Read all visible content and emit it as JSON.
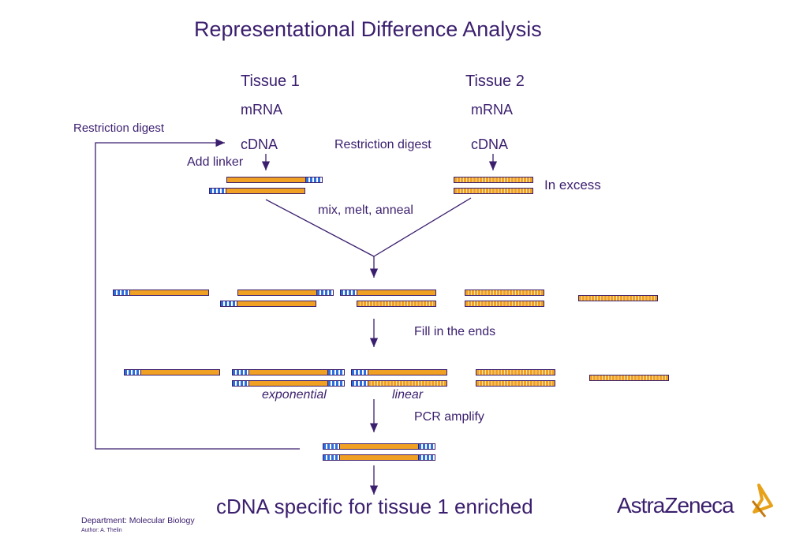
{
  "title": "Representational Difference Analysis",
  "tissue1": {
    "label": "Tissue 1",
    "mrna": "mRNA",
    "cdna": "cDNA"
  },
  "tissue2": {
    "label": "Tissue 2",
    "mrna": "mRNA",
    "cdna": "cDNA"
  },
  "labels": {
    "restriction_digest_left": "Restriction digest",
    "restriction_digest_mid": "Restriction digest",
    "add_linker": "Add linker",
    "in_excess": "In excess",
    "mix_melt_anneal": "mix, melt, anneal",
    "fill_in_ends": "Fill in the ends",
    "exponential": "exponential",
    "linear": "linear",
    "pcr_amplify": "PCR amplify"
  },
  "result": "cDNA specific for tissue 1 enriched",
  "footer": {
    "department": "Department: Molecular Biology",
    "author": "Author: A. Thelin"
  },
  "logo": {
    "text": "AstraZeneca"
  },
  "colors": {
    "text": "#3b1f6e",
    "strand": "#f0a022",
    "linker": "#2d6ee0"
  }
}
